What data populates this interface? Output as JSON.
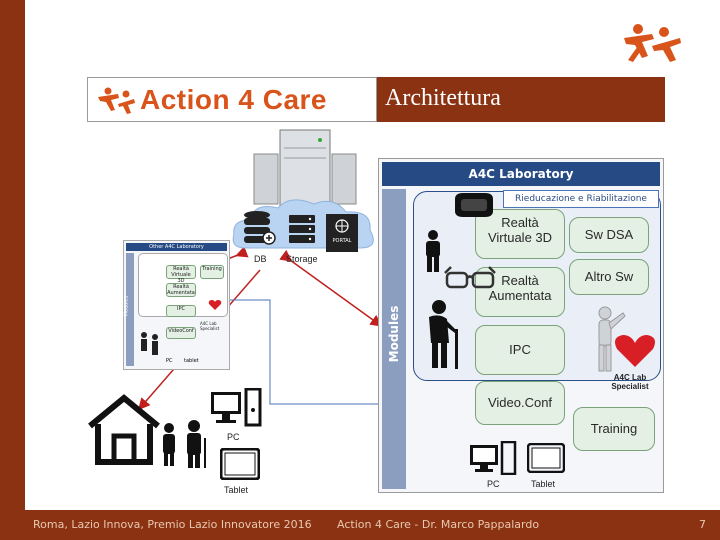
{
  "logo": {
    "text": "Action 4 Care"
  },
  "slide": {
    "title": "Architettura"
  },
  "server": {
    "db_label": "DB",
    "storage_label": "Storage",
    "portal_label": "PORTAL"
  },
  "lab": {
    "header": "A4C Laboratory",
    "modules_label": "Modules",
    "riab_label": "Rieducazione e Riabilitazione",
    "boxes": {
      "vr": "Realtà\nVirtuale 3D",
      "sw_dsa": "Sw DSA",
      "ar": "Realtà\nAumentata",
      "altro": "Altro Sw",
      "ipc": "IPC",
      "videoconf": "Video.Conf",
      "training": "Training"
    },
    "specialist": "A4C Lab\nSpecialist",
    "pc": "PC",
    "tablet": "Tablet"
  },
  "other_lab": {
    "header": "Other A4C Laboratory",
    "modules": "Modules",
    "vr": "Realtà Virtuale 3D",
    "training": "Training",
    "ar": "Realtà Aumentata",
    "ipc": "IPC",
    "videoconf": "VideoConf",
    "specialist": "A4C Lab Specialist",
    "pc": "PC",
    "tablet": "tablet"
  },
  "home": {
    "pc": "PC",
    "tablet": "Tablet"
  },
  "footer": {
    "left": "Roma, Lazio Innova, Premio Lazio Innovatore 2016",
    "center": "Action 4 Care - Dr. Marco Pappalardo",
    "page": "7"
  },
  "colors": {
    "brand": "#8b3212",
    "accent_orange": "#d8541b",
    "lab_header": "#254a84"
  }
}
